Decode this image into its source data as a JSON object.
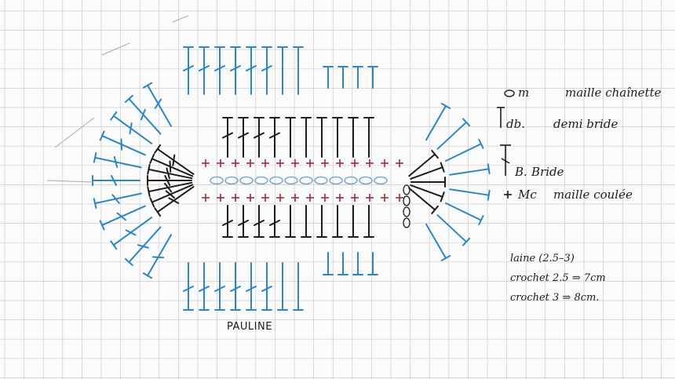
{
  "colors": {
    "paper": "#fbfbfb",
    "grid": "#c9ccd1",
    "black_rows": "#1d1d1d",
    "blue_rows": "#2d86c2",
    "slip_stitch": "#a3283a",
    "chain_ring": "#7fa9cc",
    "pencil": "#aaaaaa"
  },
  "legend": [
    {
      "symbol": "chain-icon",
      "abbr": "m",
      "label": "maille chaînette"
    },
    {
      "symbol": "half-double-icon",
      "abbr": "db.",
      "label": "demi bride"
    },
    {
      "symbol": "double-crochet-icon",
      "abbr": "B.",
      "label": "Bride"
    },
    {
      "symbol": "slip-stitch-icon",
      "abbr": "Mc",
      "label": "maille coulée"
    }
  ],
  "notes": {
    "line1": "laine (2.5–3)",
    "line2": "crochet 2.5 ⇒ 7cm",
    "line3": "crochet 3 ⇒ 8cm."
  },
  "signature": "PAULINE"
}
